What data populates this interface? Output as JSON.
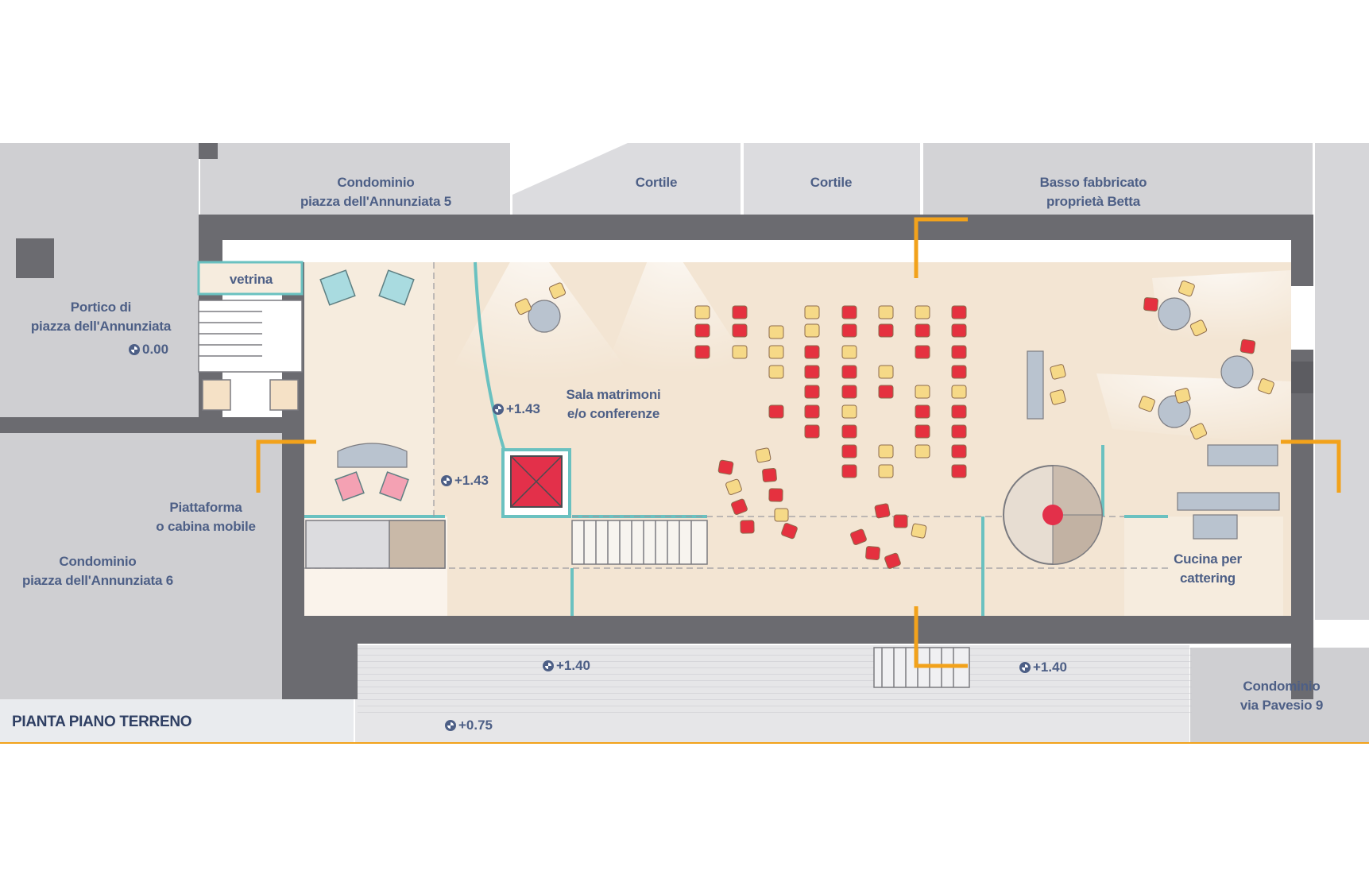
{
  "title": "PIANTA PIANO TERRENO",
  "labels": {
    "condominio_5": [
      "Condominio",
      "piazza dell'Annunziata 5"
    ],
    "cortile_1": [
      "Cortile"
    ],
    "cortile_2": [
      "Cortile"
    ],
    "basso_fabbricato": [
      "Basso fabbricato",
      "proprietà Betta"
    ],
    "vetrina": [
      "vetrina"
    ],
    "portico": [
      "Portico di",
      "piazza dell'Annunziata"
    ],
    "sala": [
      "Sala matrimoni",
      "e/o conferenze"
    ],
    "piattaforma": [
      "Piattaforma",
      "o cabina mobile"
    ],
    "condominio_6": [
      "Condominio",
      "piazza dell'Annunziata 6"
    ],
    "cucina": [
      "Cucina per",
      "cattering"
    ],
    "condominio_pavesio": [
      "Condominio",
      "via Pavesio 9"
    ]
  },
  "elevations": {
    "portico": "0.00",
    "sala_upper": "+1.43",
    "sala_lower": "+1.43",
    "entrance_left": "+1.40",
    "entrance_right": "+1.40",
    "street": "+0.75"
  },
  "colors": {
    "room_floor": "#f3e5d3",
    "wall": "#6b6b70",
    "neighbor": "#d3d3d6",
    "glass": "#6ac1c0",
    "accent": "#f2a21b",
    "label": "#4d5f86",
    "chair_red": "#e5313f",
    "chair_yellow": "#f6d987",
    "table": "#b9c3cf",
    "lift": "#e3304a"
  }
}
